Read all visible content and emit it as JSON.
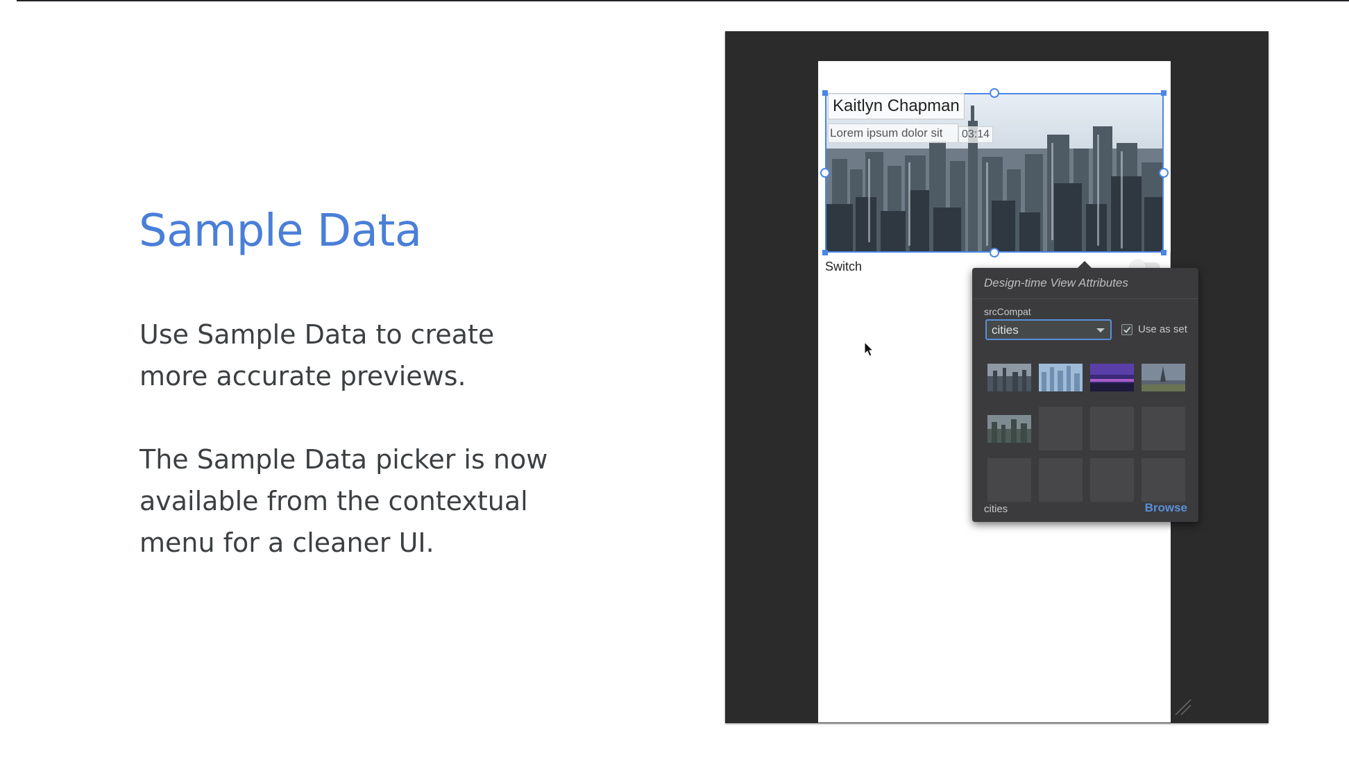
{
  "slide": {
    "title": "Sample Data",
    "paragraph1": "Use Sample Data to create more accurate previews.",
    "paragraph2": "The Sample Data picker is now available from the contextual menu for a cleaner UI."
  },
  "preview": {
    "name_text": "Kaitlyn Chapman",
    "subtitle_text": "Lorem ipsum dolor sit",
    "time_text": "03:14",
    "switch_label": "Switch",
    "switch_on": false
  },
  "popup": {
    "title": "Design-time View Attributes",
    "attribute_label": "srcCompat",
    "select_value": "cities",
    "use_as_set_label": "Use as set",
    "use_as_set_checked": true,
    "footer_label": "cities",
    "browse_label": "Browse"
  },
  "colors": {
    "title_blue": "#4a7fd8",
    "body_text": "#3c4043",
    "editor_bg": "#2b2b2b",
    "popup_bg": "#3b3b3e",
    "accent_blue": "#5a8fd8",
    "selection_blue": "#4a86e8"
  },
  "icons": [
    "chevron-down-icon",
    "checkmark-icon",
    "mouse-cursor-icon",
    "resize-grip-icon"
  ]
}
